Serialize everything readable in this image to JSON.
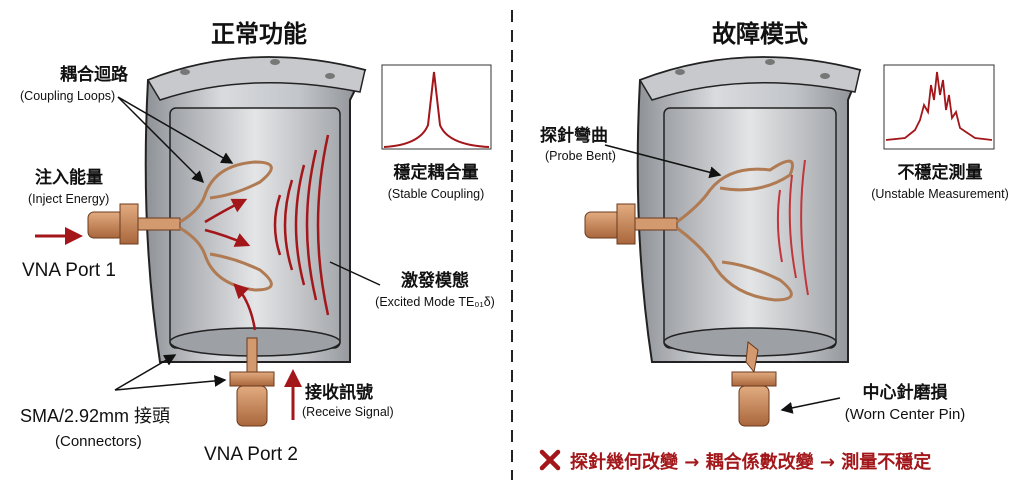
{
  "left": {
    "title": "正常功能",
    "coupling_loops": {
      "zh": "耦合迴路",
      "en": "(Coupling Loops)"
    },
    "inject_energy": {
      "zh": "注入能量",
      "en": "(Inject Energy)"
    },
    "port1": "VNA Port 1",
    "stable_coupling": {
      "zh": "穩定耦合量",
      "en": "(Stable Coupling)"
    },
    "excited_mode": {
      "zh": "激發模態",
      "en": "(Excited Mode TE₀₁δ)"
    },
    "receive_signal": {
      "zh": "接收訊號",
      "en": "(Receive Signal)"
    },
    "connectors": {
      "zh": "SMA/2.92mm 接頭",
      "en": "(Connectors)"
    },
    "port2": "VNA Port 2"
  },
  "right": {
    "title": "故障模式",
    "probe_bent": {
      "zh": "探針彎曲",
      "en": "(Probe Bent)"
    },
    "unstable": {
      "zh": "不穩定測量",
      "en": "(Unstable Measurement)"
    },
    "worn_pin": {
      "zh": "中心針磨損",
      "en": "(Worn Center Pin)"
    },
    "conclusion": "探針幾何改變 → 耦合係數改變 → 測量不穩定"
  },
  "colors": {
    "accent": "#a3161a",
    "copper": "#c98a5a",
    "metal": "#b9bcc0"
  }
}
